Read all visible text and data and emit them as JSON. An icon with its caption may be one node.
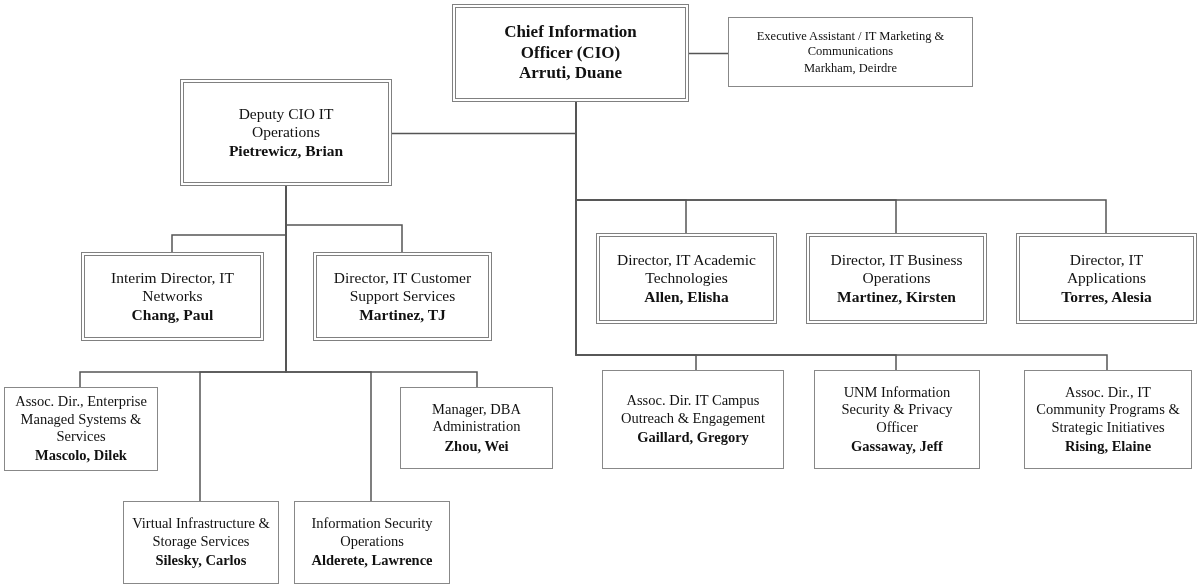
{
  "diagram": {
    "nodes": [
      {
        "text": [
          "Chief Information Officer (CIO)",
          "Arruti, Duane"
        ]
      },
      {
        "text": [
          "Executive Assistant / IT Marketing & Communications",
          "Markham, Deirdre"
        ]
      },
      {
        "text": [
          "Deputy CIO IT Operations",
          "Pietrewicz, Brian"
        ]
      },
      {
        "text": [
          "Interim Director, IT Networks",
          "Chang, Paul"
        ]
      },
      {
        "text": [
          "Director, IT Customer Support Services",
          "Martinez, TJ"
        ]
      },
      {
        "text": [
          "Director, IT Academic Technologies",
          "Allen, Elisha"
        ]
      },
      {
        "text": [
          "Director, IT Business Operations",
          "Martinez, Kirsten"
        ]
      },
      {
        "text": [
          "Director, IT Applications",
          "Torres, Alesia"
        ]
      },
      {
        "text": [
          "Assoc. Dir., Enterprise Managed Systems & Services",
          "Mascolo, Dilek"
        ]
      },
      {
        "text": [
          "Manager, DBA Administration",
          "Zhou, Wei"
        ]
      },
      {
        "text": [
          "Virtual Infrastructure & Storage Services",
          "Silesky, Carlos"
        ]
      },
      {
        "text": [
          "Information Security Operations",
          "Alderete, Lawrence"
        ]
      },
      {
        "text": [
          "Assoc. Dir. IT Campus Outreach & Engagement",
          "Gaillard, Gregory"
        ]
      },
      {
        "text": [
          "UNM Information Security & Privacy Officer",
          "Gassaway, Jeff"
        ]
      },
      {
        "text": [
          "Assoc. Dir., IT Community Programs & Strategic Initiatives",
          "Rising, Elaine"
        ]
      }
    ],
    "edges": [
      {
        "from": 0,
        "to": 1,
        "arrow": "none"
      },
      {
        "from": 0,
        "to": 2,
        "arrow": "none"
      },
      {
        "from": 0,
        "to": 5,
        "arrow": "none"
      },
      {
        "from": 0,
        "to": 6,
        "arrow": "none"
      },
      {
        "from": 0,
        "to": 7,
        "arrow": "none"
      },
      {
        "from": 0,
        "to": 12,
        "arrow": "none"
      },
      {
        "from": 0,
        "to": 13,
        "arrow": "none"
      },
      {
        "from": 0,
        "to": 14,
        "arrow": "none"
      },
      {
        "from": 2,
        "to": 3,
        "arrow": "none"
      },
      {
        "from": 2,
        "to": 4,
        "arrow": "none"
      },
      {
        "from": 2,
        "to": 8,
        "arrow": "none"
      },
      {
        "from": 2,
        "to": 10,
        "arrow": "none"
      },
      {
        "from": 2,
        "to": 11,
        "arrow": "none"
      },
      {
        "from": 2,
        "to": 9,
        "arrow": "none"
      }
    ]
  }
}
